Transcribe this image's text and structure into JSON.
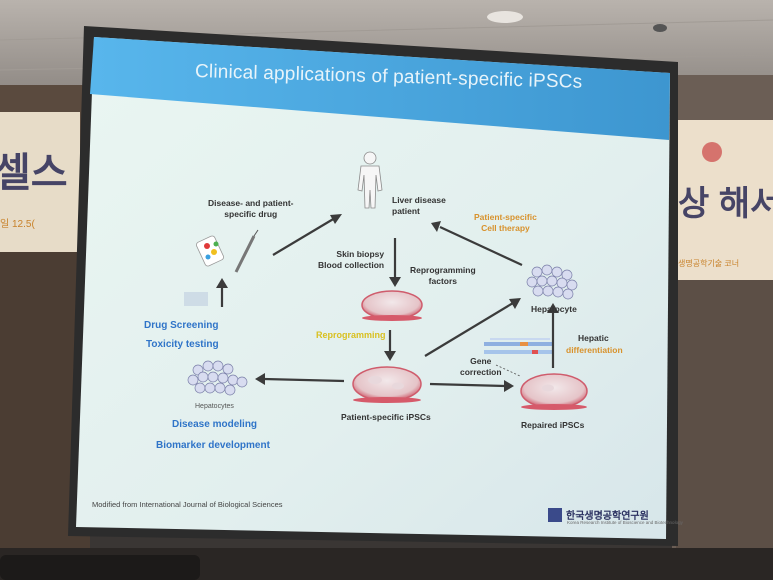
{
  "slide": {
    "title": "Clinical applications of patient-specific iPSCs",
    "footer": "Modified from International Journal of Biological Sciences",
    "logo_text": "한국생명공학연구원",
    "logo_subtext": "Korea Research Institute of Bioscience and Biotechnology"
  },
  "diagram": {
    "liver_patient": "Liver disease\npatient",
    "disease_drug": "Disease- and patient-\nspecific drug",
    "skin_biopsy": "Skin biopsy\nBlood collection",
    "reprogramming_factors": "Reprogramming\nfactors",
    "reprogramming": "Reprogramming",
    "patient_ipscs": "Patient-specific iPSCs",
    "repaired_ipscs": "Repaired iPSCs",
    "gene_correction": "Gene\ncorrection",
    "hepatocyte": "Hepatocyte",
    "hepatic_diff_1": "Hepatic",
    "hepatic_diff_2": "differentiation",
    "cell_therapy": "Patient-specific\nCell therapy",
    "hepatocytes": "Hepatocytes",
    "drug_screening": "Drug Screening",
    "toxicity_testing": "Toxicity testing",
    "disease_modeling": "Disease modeling",
    "biomarker": "Biomarker development"
  },
  "background": {
    "left_banner_text": "셀스",
    "left_banner_small": "일 12.5(",
    "right_banner_text": "상 해서",
    "right_banner_small": "생명공학기술 코너"
  },
  "colors": {
    "title_bar": "#4aa8e0",
    "slide_bg": "#e6f2ef",
    "blue_text": "#2f74c8",
    "orange_text": "#d8922c",
    "yellow_text": "#d9c020",
    "dish": "#d65a6a"
  },
  "icons": [
    "human-figure-icon",
    "drug-syringe-icon",
    "petri-dish-icon",
    "hepatocyte-cluster-icon",
    "dna-strand-icon",
    "logo-icon"
  ]
}
